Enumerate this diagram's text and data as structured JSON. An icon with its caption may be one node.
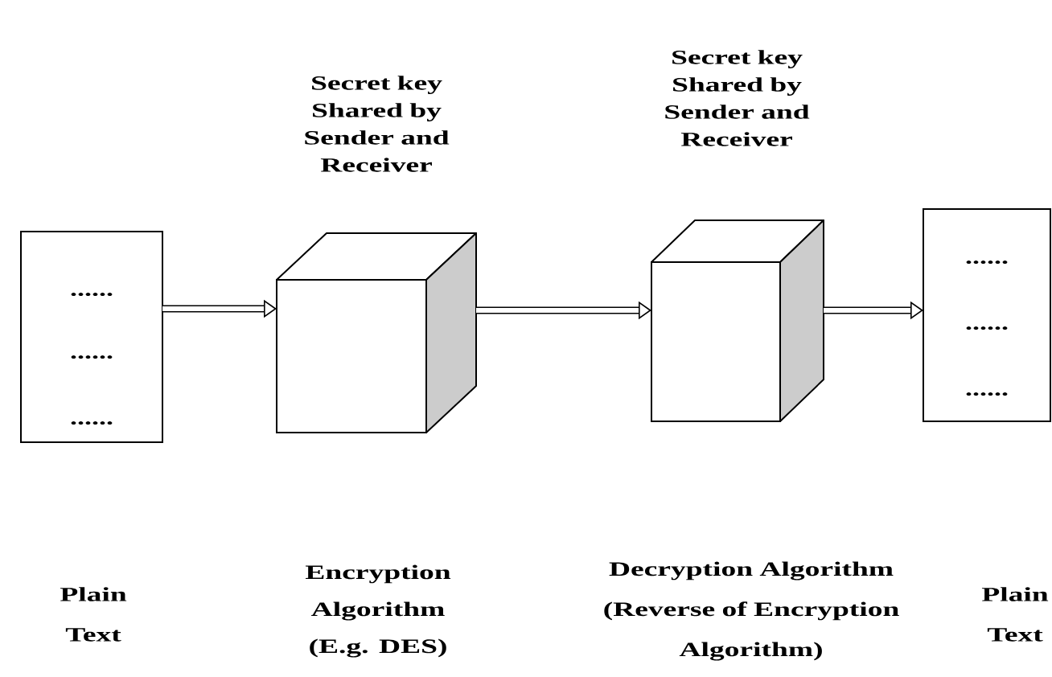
{
  "diagram": {
    "nodes": [
      {
        "text": [
          "......",
          "......",
          "......"
        ]
      },
      {
        "text": [],
        "shape": "cube"
      },
      {
        "text": [],
        "shape": "cube"
      },
      {
        "text": [
          "......",
          "......",
          "......"
        ]
      }
    ],
    "edges": [
      {
        "from": 0,
        "to": 1,
        "arrow": "to"
      },
      {
        "from": 1,
        "to": 2,
        "arrow": "to"
      },
      {
        "from": 2,
        "to": 3,
        "arrow": "to"
      }
    ],
    "labels": [
      "Secret key Shared by Sender and Receiver",
      "Secret key Shared by Sender and Receiver",
      "Plain Text",
      "Encryption Algorithm (E.g. DES)",
      "Decryption Algorithm (Reverse of Encryption Algorithm)",
      "Plain Text"
    ]
  }
}
